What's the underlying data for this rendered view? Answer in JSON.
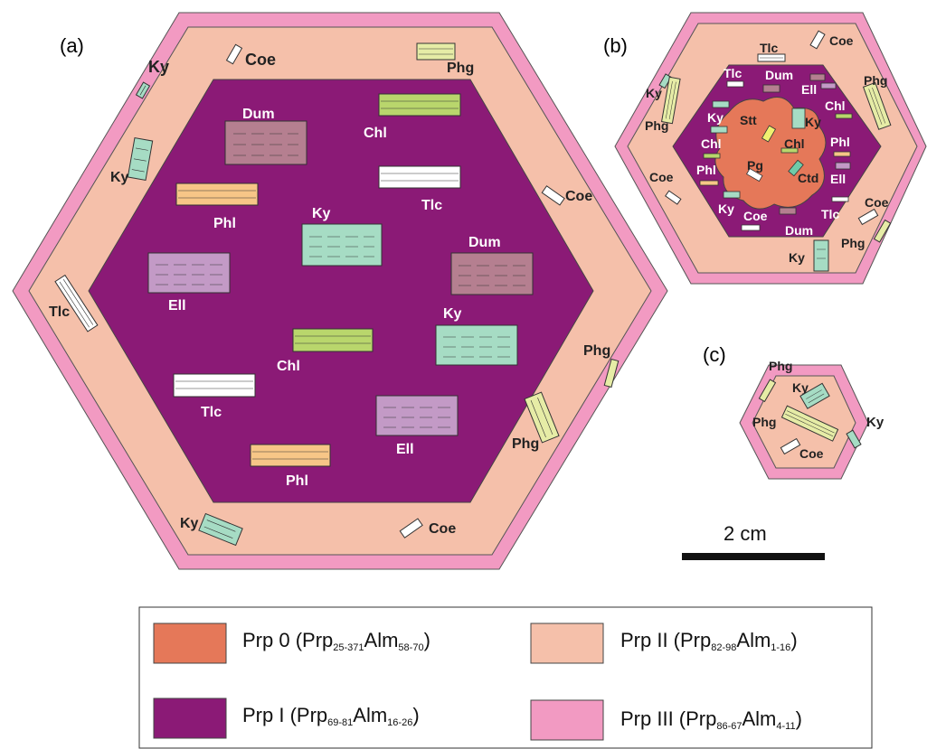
{
  "panels": {
    "a": {
      "label": "(a)",
      "labels": {
        "ky_top": "Ky",
        "coe_top": "Coe",
        "phg_top": "Phg",
        "ky_left": "Ky",
        "coe_right": "Coe",
        "tlc_left": "Tlc",
        "phg_right": "Phg",
        "phg_lower": "Phg",
        "ky_bottom": "Ky",
        "coe_bottom": "Coe",
        "dum1": "Dum",
        "chl1": "Chl",
        "tlc1": "Tlc",
        "phl1": "Phl",
        "ky1": "Ky",
        "dum2": "Dum",
        "ell1": "Ell",
        "ky2": "Ky",
        "chl2": "Chl",
        "tlc2": "Tlc",
        "ell2": "Ell",
        "phl2": "Phl"
      }
    },
    "b": {
      "label": "(b)",
      "labels": {
        "tlc_top": "Tlc",
        "coe_top": "Coe",
        "ky_left": "Ky",
        "phg_right": "Phg",
        "phg_left": "Phg",
        "coe_left": "Coe",
        "coe_right": "Coe",
        "phg_br": "Phg",
        "ky_bottom": "Ky",
        "tlc_in": "Tlc",
        "dum_in": "Dum",
        "ell_in": "Ell",
        "chl_in": "Chl",
        "ky_in_l": "Ky",
        "stt": "Stt",
        "ky_core": "Ky",
        "chl_core": "Chl",
        "phl_in": "Phl",
        "chl_in_l": "Chl",
        "pg": "Pg",
        "phl_in_l": "Phl",
        "ctd": "Ctd",
        "ell_in_r": "Ell",
        "ky_in_bl": "Ky",
        "coe_in": "Coe",
        "dum_in_b": "Dum",
        "tlc_in_b": "Tlc"
      }
    },
    "c": {
      "label": "(c)",
      "labels": {
        "phg_top": "Phg",
        "ky_in": "Ky",
        "ky_out": "Ky",
        "phg_in": "Phg",
        "coe_in": "Coe"
      }
    }
  },
  "scale_bar": {
    "label": "2 cm"
  },
  "legend": [
    {
      "name": "Prp 0",
      "prefix": "(Prp",
      "sub1": "25-371",
      "mid": "Alm",
      "sub2": "58-70",
      "suffix": ")",
      "color": "#e57859"
    },
    {
      "name": "Prp II",
      "prefix": "(Prp",
      "sub1": "82-98",
      "mid": "Alm",
      "sub2": "1-16",
      "suffix": ")",
      "color": "#f5c0aa"
    },
    {
      "name": "Prp I",
      "prefix": "(Prp",
      "sub1": "69-81",
      "mid": "Alm",
      "sub2": "16-26",
      "suffix": ")",
      "color": "#8b1a76"
    },
    {
      "name": "Prp III",
      "prefix": "(Prp",
      "sub1": "86-67",
      "mid": "Alm",
      "sub2": "4-11",
      "suffix": ")",
      "color": "#f29ac2"
    }
  ],
  "mineral_colors": {
    "Dum": "#b57f90",
    "Chl": "#b9d66c",
    "Tlc": "#ffffff",
    "Phl": "#f7c687",
    "Ky": "#a6dcc4",
    "Ell": "#c39ac6",
    "Phg": "#e6eca6",
    "Coe": "#ffffff",
    "Stt": "#f0f070",
    "Ctd": "#6fcca8"
  }
}
